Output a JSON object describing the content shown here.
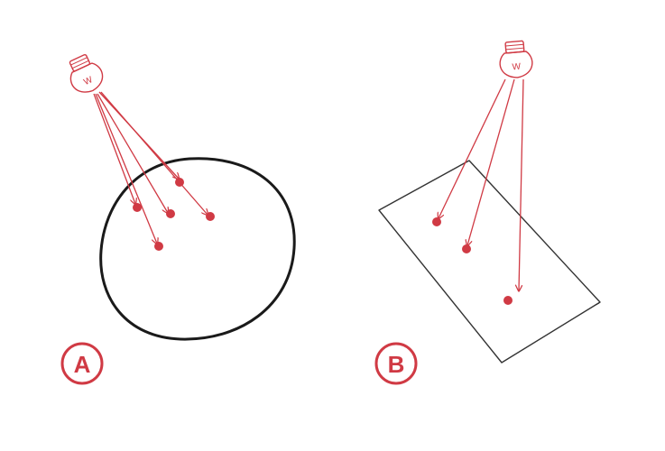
{
  "colors": {
    "accent": "#d03a44",
    "outline": "#1a1a1a",
    "background": "#ffffff"
  },
  "panels": [
    {
      "label": "A",
      "surface": "circle",
      "source_icon": "light-bulb-icon",
      "source_mark": "W",
      "ray_count": 5
    },
    {
      "label": "B",
      "surface": "tilted-rectangle",
      "source_icon": "light-bulb-icon",
      "source_mark": "W",
      "ray_count": 3
    }
  ]
}
